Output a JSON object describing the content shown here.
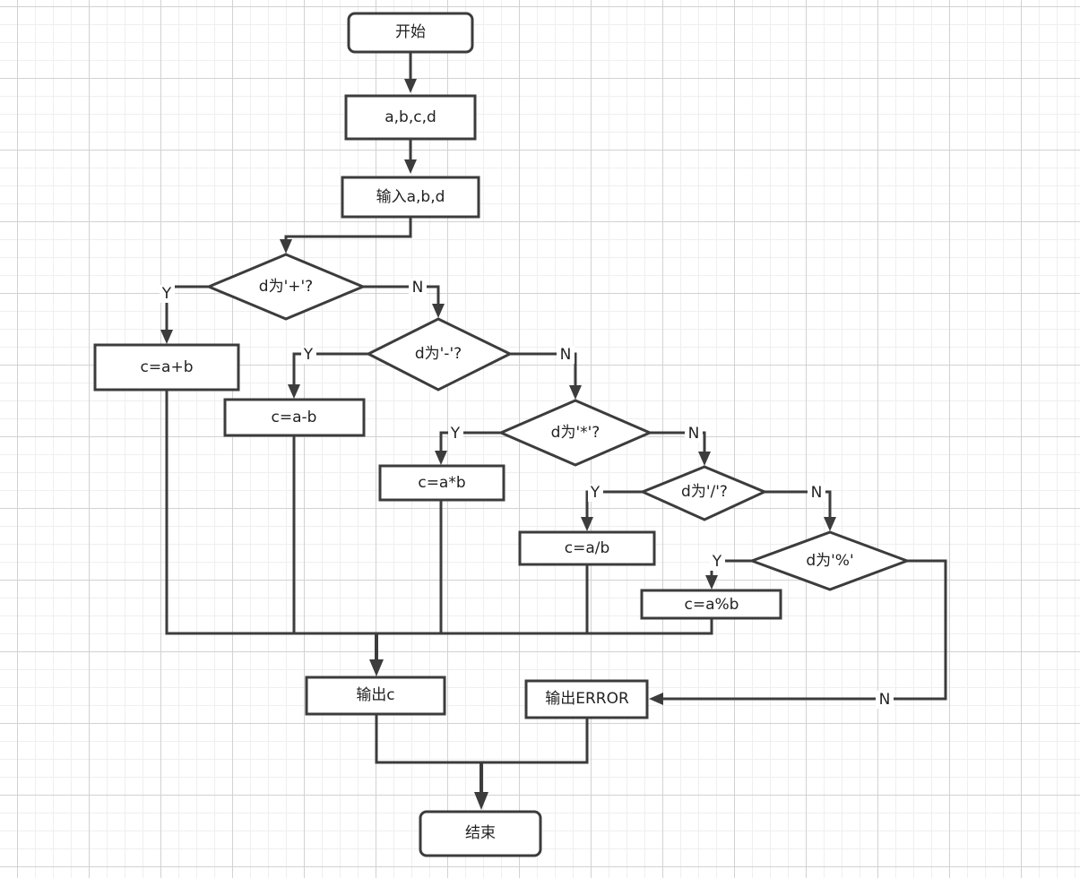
{
  "flowchart": {
    "nodes": {
      "start": "开始",
      "declare": "a,b,c,d",
      "input": "输入a,b,d",
      "check_add": "d为'+'?",
      "check_sub": "d为'-'?",
      "check_mul": "d为'*'?",
      "check_div": "d为'/'?",
      "check_mod": "d为'%'",
      "op_add": "c=a+b",
      "op_sub": "c=a-b",
      "op_mul": "c=a*b",
      "op_div": "c=a/b",
      "op_mod": "c=a%b",
      "output_c": "输出c",
      "output_error": "输出ERROR",
      "end": "结束"
    },
    "edge_labels": {
      "yes": "Y",
      "no": "N"
    }
  }
}
